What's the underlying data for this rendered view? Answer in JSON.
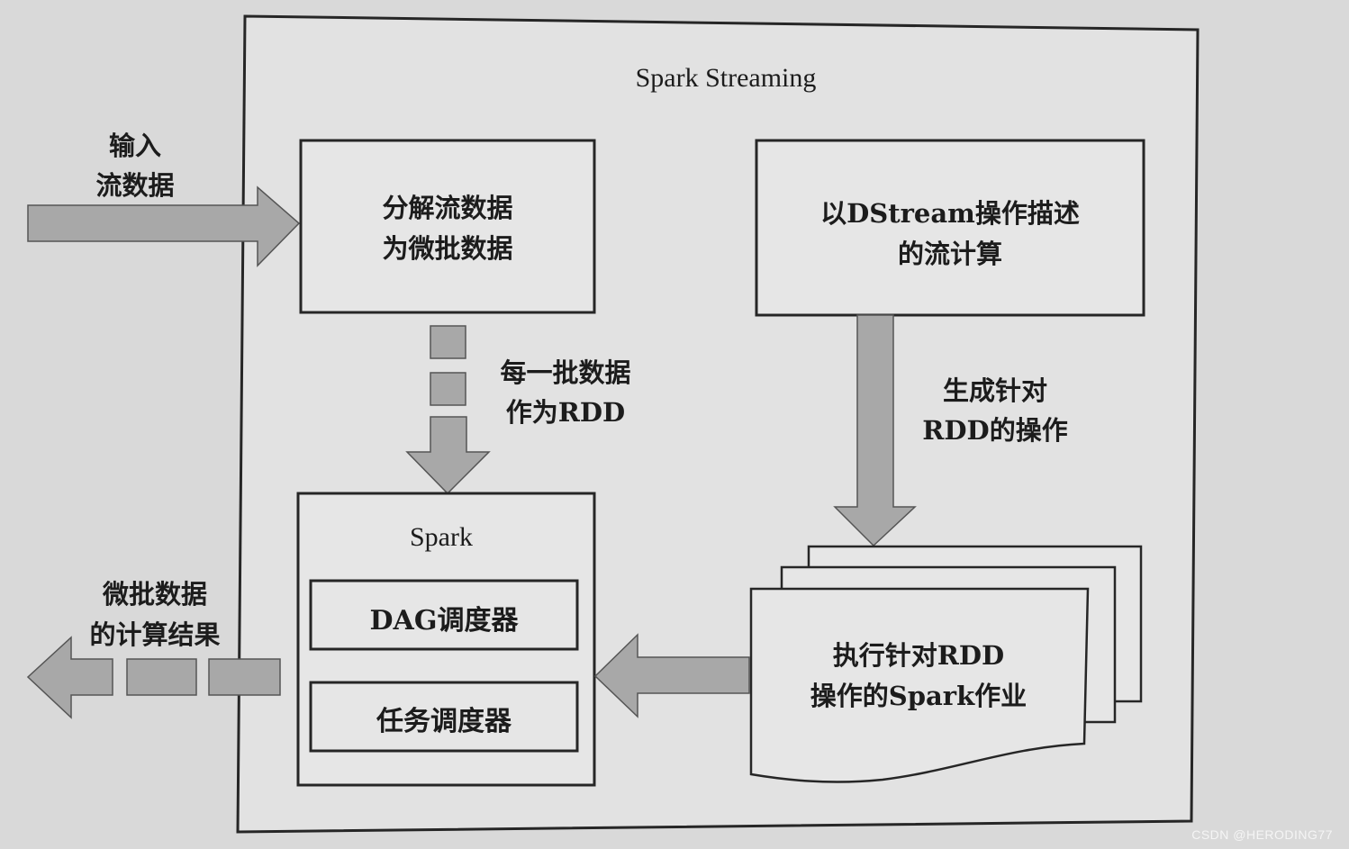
{
  "title": "Spark Streaming",
  "left_labels": {
    "input": "输入\n流数据",
    "output": "微批数据\n的计算结果"
  },
  "boxes": {
    "decompose": "分解流数据\n为微批数据",
    "dstream": "以DStream操作描述\n的流计算",
    "spark_title": "Spark",
    "dag_scheduler": "DAG调度器",
    "task_scheduler": "任务调度器",
    "spark_jobs": "执行针对RDD\n操作的Spark作业"
  },
  "arrow_labels": {
    "batch_as_rdd": "每一批数据\n作为RDD",
    "generate_ops": "生成针对\nRDD的操作"
  },
  "watermark": "CSDN @HERODING77",
  "colors": {
    "background": "#d9d9d9",
    "panel": "#e2e2e2",
    "box_fill": "#e6e6e6",
    "line": "#262626",
    "arrow_fill": "#a8a8a8"
  }
}
